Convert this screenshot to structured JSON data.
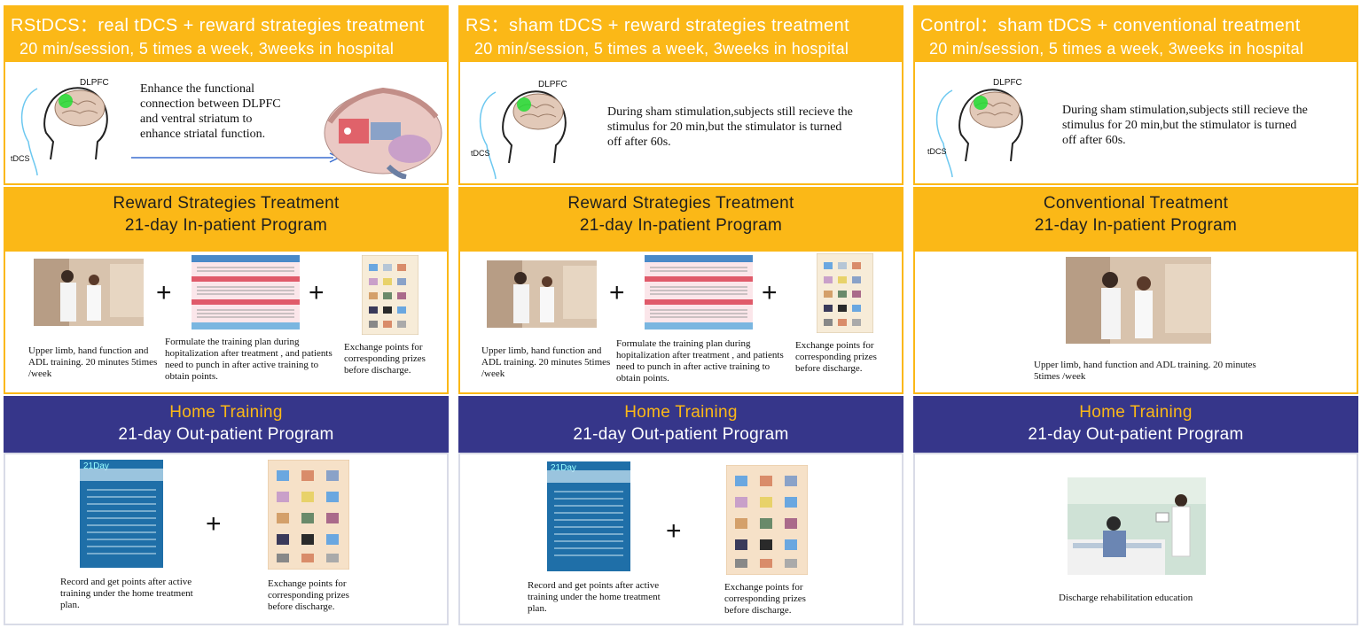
{
  "columns": [
    {
      "header_title": "RStDCS：real tDCS + reward strategies treatment",
      "header_subtitle": "20 min/session, 5 times a week, 3weeks in hospital",
      "brain_label_dlpfc": "DLPFC",
      "brain_label_tdcs": "tDCS",
      "description": "Enhance the functional connection between DLPFC and ventral striatum to enhance striatal function.",
      "treatment_title": "Reward Strategies Treatment",
      "treatment_program": "21-day In-patient Program",
      "treatment_items": [
        "Upper limb, hand function and ADL training. 20 minutes 5times /week",
        "Formulate the training plan during hopitalization after treatment , and patients need to punch in after active training to obtain points.",
        "Exchange points for corresponding prizes before discharge."
      ],
      "home_title": "Home Training",
      "home_program": "21-day Out-patient Program",
      "home_items": [
        "Record and get points after active training under the home treatment plan.",
        "Exchange points for corresponding prizes before discharge."
      ],
      "plus": "+",
      "chart_label": "21Day"
    },
    {
      "header_title": "RS：sham tDCS + reward strategies treatment",
      "header_subtitle": "20 min/session, 5 times a week, 3weeks in hospital",
      "brain_label_dlpfc": "DLPFC",
      "brain_label_tdcs": "tDCS",
      "description": "During sham stimulation,subjects still recieve the stimulus for 20 min,but the stimulator is turned off after 60s.",
      "treatment_title": "Reward Strategies Treatment",
      "treatment_program": "21-day In-patient Program",
      "treatment_items": [
        "Upper limb, hand function and ADL training. 20 minutes 5times /week",
        "Formulate the training plan during hopitalization after treatment , and patients need to punch in after active training to obtain points.",
        "Exchange points for corresponding prizes before discharge."
      ],
      "home_title": "Home Training",
      "home_program": "21-day Out-patient Program",
      "home_items": [
        "Record and get points after active training under the home treatment plan.",
        "Exchange points for corresponding prizes before discharge."
      ],
      "plus": "+",
      "chart_label": "21Day"
    },
    {
      "header_title": "Control：sham tDCS + conventional treatment",
      "header_subtitle": "20 min/session, 5 times a week, 3weeks in hospital",
      "brain_label_dlpfc": "DLPFC",
      "brain_label_tdcs": "tDCS",
      "description": "During sham stimulation,subjects still recieve the stimulus for 20 min,but the stimulator is turned off after 60s.",
      "treatment_title": "Conventional Treatment",
      "treatment_program": "21-day In-patient Program",
      "treatment_items": [
        "Upper limb, hand function and ADL training. 20 minutes 5times /week"
      ],
      "home_title": "Home Training",
      "home_program": "21-day Out-patient Program",
      "home_items": [
        "Discharge rehabilitation education"
      ]
    }
  ],
  "colors": {
    "amber": "#FBB817",
    "navy": "#36368A",
    "arrow": "#3b6fd0",
    "green_spot": "#22dd33"
  }
}
